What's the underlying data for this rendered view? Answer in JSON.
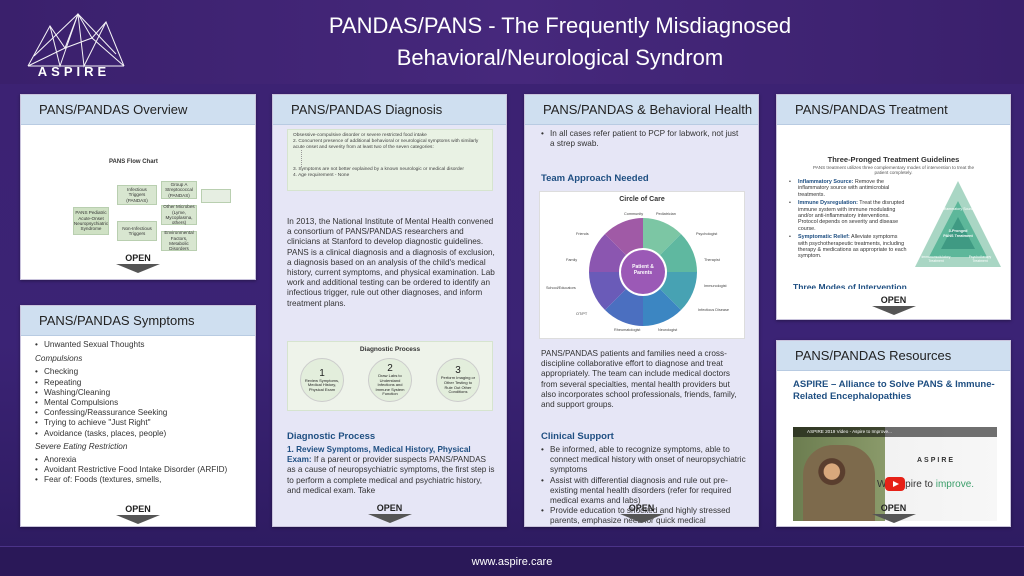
{
  "header": {
    "logo_text": "ASPIRE",
    "title_line1": "PANDAS/PANS - The Frequently Misdiagnosed",
    "title_line2": "Behavioral/Neurological Syndrom"
  },
  "footer": {
    "url": "www.aspire.care"
  },
  "open_label": "OPEN",
  "cards": {
    "overview": {
      "title": "PANS/PANDAS Overview",
      "flow_title": "PANS Flow Chart",
      "pans_box": "PANS Pediatric Acute-Onset Neuropsychiatric Syndrome",
      "infectious": "Infectious Triggers (PANDAS)",
      "group_a": "Group A Streptococcal (PANDAS)",
      "other_microbes": "Other Microbes (Lyme, Mycoplasma, others)",
      "non_infectious": "Non-Infectious Triggers",
      "environmental": "Environmental Factors, Metabolic Disorders"
    },
    "symptoms": {
      "title": "PANS/PANDAS Symptoms",
      "first_line": "Unwanted Sexual Thoughts",
      "compulsions_head": "Compulsions",
      "compulsions": [
        "Checking",
        "Repeating",
        "Washing/Cleaning",
        "Mental Compulsions",
        "Confessing/Reassurance Seeking",
        "Trying to achieve \"Just Right\"",
        "Avoidance (tasks, places, people)"
      ],
      "severe_head": "Severe Eating Restriction",
      "severe": [
        "Anorexia",
        "Avoidant Restrictive Food Intake Disorder (ARFID)",
        "Fear of: Foods (textures, smells,"
      ]
    },
    "diagnosis": {
      "title": "PANS/PANDAS Diagnosis",
      "criteria": [
        "Obsessive-compulsive disorder or severe restricted food intake",
        "2. Concurrent presence of additional behavioral or neurological symptoms with similarly acute onset and severity from at least two of the seven categories:",
        "3. Symptoms are not better explained by a known neurologic or medical disorder",
        "4. Age requirement - None"
      ],
      "paragraph": "In 2013, the National Institute of Mental Health convened a consortium of PANS/PANDAS researchers and clinicians at Stanford to develop diagnostic guidelines. PANS is a clinical diagnosis and a diagnosis of exclusion, a diagnosis based on an analysis of the child's medical history, current symptoms, and physical examination. Lab work and additional testing can be ordered to identify an infectious trigger, rule out other diagnoses, and inform treatment plans.",
      "process_title": "Diagnostic Process",
      "steps": [
        {
          "num": "1",
          "text": "Review Symptoms, Medical History, Physical Exam"
        },
        {
          "num": "2",
          "text": "Draw Labs to Understand Infections and Immune System Function"
        },
        {
          "num": "3",
          "text": "Perform Imaging or Other Testing to Rule Out Other Conditions"
        }
      ],
      "process_head": "Diagnostic Process",
      "step1_bold": "1. Review Symptoms, Medical History, Physical Exam:",
      "step1_text": " If a parent or provider suspects PANS/PANDAS as a cause of neuropsychiatric symptoms, the first step is to perform a complete medical and psychiatric history, and medical exam. Take"
    },
    "behavioral": {
      "title": "PANS/PANDAS & Behavioral Health",
      "top_bullet": "In all cases refer patient to PCP for labwork, not just a strep swab.",
      "team_head": "Team Approach Needed",
      "circle_title": "Circle of Care",
      "circle_center": "Patient & Parents",
      "circle_labels": [
        "Community",
        "Pediatrician",
        "Psychologist",
        "Therapist",
        "Immunologist",
        "Infectious Disease",
        "Neurologist",
        "Rheumatologist",
        "OT/PT",
        "School/Educators",
        "Family",
        "Friends"
      ],
      "paragraph": "PANS/PANDAS patients and families need a cross-discipline collaborative effort to diagnose and treat appropriately. The team can include medical doctors from several specialties, mental health providers but also incorporates school professionals, friends, family, and support groups.",
      "clinical_head": "Clinical Support",
      "clinical": [
        "Be informed, able to recognize symptoms, able to connect medical history with onset of neuropsychiatric symptoms",
        "Assist with differential diagnosis and rule out pre-existing mental health disorders (refer for required medical exams and labs)",
        "Provide education to shocked and highly stressed parents, emphasize need for quick medical interventions"
      ]
    },
    "treatment": {
      "title": "PANS/PANDAS Treatment",
      "guide_title": "Three-Pronged Treatment Guidelines",
      "guide_sub": "PANS treatment utilizes three complementary modes of intervention to treat the patient completely.",
      "items": [
        {
          "bold": "Inflammatory Source:",
          "text": " Remove the inflammatory source with antimicrobial treatments."
        },
        {
          "bold": "Immune Dysregulation:",
          "text": " Treat the disrupted immune system with immune modulating and/or anti-inflammatory interventions. Protocol depends on severity and disease course."
        },
        {
          "bold": "Symptomatic Relief:",
          "text": " Alleviate symptoms with psychotherapeutic treatments, including therapy & medications as appropriate to each symptom."
        }
      ],
      "triangle_top": "Inflammatory Source",
      "triangle_center": "3-Pronged PANS Treatment",
      "triangle_left": "Immunomodulatory Treatment",
      "triangle_right": "Psychotherapy Treatment",
      "next_head": "Three Modes of Intervention"
    },
    "resources": {
      "title": "PANS/PANDAS Resources",
      "org": "ASPIRE – Alliance to Solve PANS & Immune-Related Encephalopathies",
      "video_title": "ASPIRE 2019 Video - Aspire to Improve...",
      "video_brand": "ASPIRE",
      "video_text_pre": "We aspire to",
      "video_text_post": "improve."
    }
  },
  "colors": {
    "background": "#3b2375",
    "card_header": "#cfdff0",
    "accent_blue": "#1f4f82",
    "play_red": "#e62117"
  }
}
